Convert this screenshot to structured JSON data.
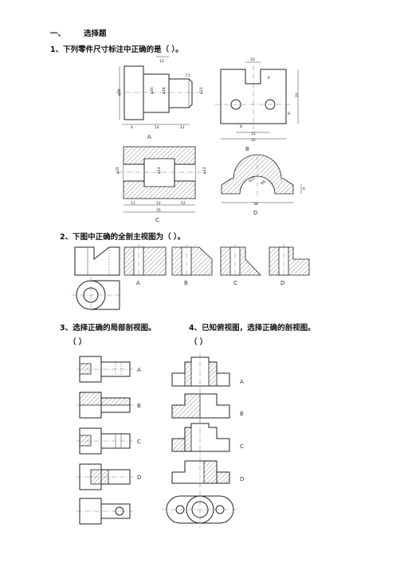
{
  "section": {
    "number": "一、",
    "title": "选择题"
  },
  "questions": [
    {
      "text": "1、下列零件尺寸标注中正确的是（        ）。"
    },
    {
      "text": "2、下图中正确的全剖主视图为（        ）。"
    },
    {
      "text": "3、选择正确的局部剖视图。"
    },
    {
      "text": "4、已知俯视图，选择正确的剖视图。"
    }
  ],
  "answer_blanks": {
    "q3": "（            ）",
    "q4": "（            ）"
  },
  "figure_labels": {
    "A": "A",
    "B": "B",
    "C": "C",
    "D": "D"
  },
  "dims": {
    "a_12": "12",
    "a_c1": "C1",
    "a_phi26": "φ26",
    "a_phi16": "φ16",
    "a_phi18": "φ18",
    "a_phi11": "φ11",
    "a_4": "4",
    "a_14": "14",
    "a_12b": "12",
    "b_10": "10",
    "b_6": "6",
    "b_20": "20",
    "b_8": "8",
    "b_9": "9",
    "b_12": "12",
    "b_32": "32",
    "c_phi25": "φ25",
    "c_phi14": "φ14",
    "c_phi12": "φ12",
    "c_11": "11",
    "c_12a": "12",
    "c_12b": "12",
    "c_35": "35",
    "d_r12": "R12",
    "d_r8": "R8",
    "d_6": "6",
    "d_38": "38"
  },
  "q2_labels": [
    "A",
    "B",
    "C",
    "D"
  ],
  "q3_labels": [
    "A",
    "B",
    "C",
    "D"
  ],
  "q4_labels": [
    "A",
    "B",
    "C",
    "D"
  ]
}
